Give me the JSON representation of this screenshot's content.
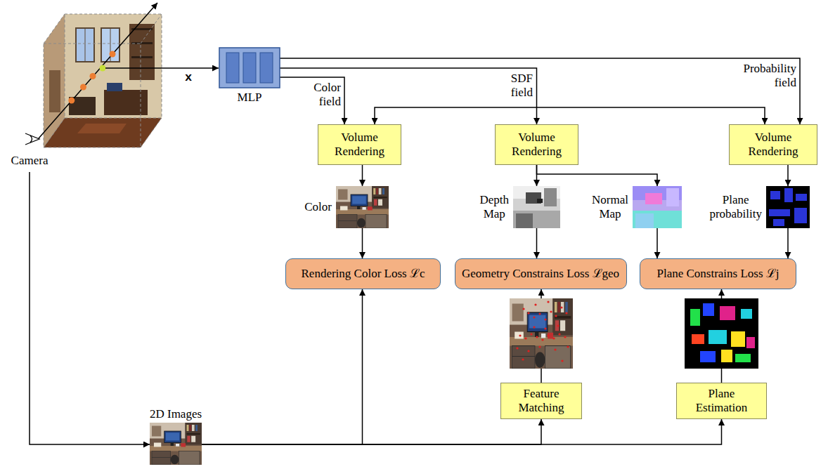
{
  "diagram": {
    "nodes": [
      {
        "text": [
          "Camera"
        ]
      },
      {
        "text": [
          "MLP"
        ]
      },
      {
        "text": [
          "Volume Rendering"
        ]
      },
      {
        "text": [
          "Volume Rendering"
        ]
      },
      {
        "text": [
          "Volume Rendering"
        ]
      },
      {
        "text": [
          "Color"
        ]
      },
      {
        "text": [
          "Depth Map"
        ]
      },
      {
        "text": [
          "Normal Map"
        ]
      },
      {
        "text": [
          "Plane probability"
        ]
      },
      {
        "text": [
          "Rendering Color Loss ℒc"
        ]
      },
      {
        "text": [
          "Geometry Constrains Loss ℒgeo"
        ]
      },
      {
        "text": [
          "Plane Constrains Loss ℒj"
        ]
      },
      {
        "text": [
          "Feature Matching"
        ]
      },
      {
        "text": [
          "Plane Estimation"
        ]
      },
      {
        "text": [
          "2D Images"
        ]
      }
    ],
    "edges": [
      {
        "from": 1,
        "to": 2,
        "label": "Color field",
        "arrow": "to"
      },
      {
        "from": 1,
        "to": 3,
        "label": "SDF field",
        "arrow": "to"
      },
      {
        "from": 1,
        "to": 4,
        "label": "Probability field",
        "arrow": "to"
      },
      {
        "from": 2,
        "to": 4,
        "arrow": "both"
      },
      {
        "from": 2,
        "to": 5,
        "arrow": "to"
      },
      {
        "from": 3,
        "to": 6,
        "arrow": "to"
      },
      {
        "from": 3,
        "to": 7,
        "arrow": "to"
      },
      {
        "from": 4,
        "to": 8,
        "arrow": "to"
      },
      {
        "from": 5,
        "to": 9,
        "arrow": "to"
      },
      {
        "from": 6,
        "to": 10,
        "arrow": "to"
      },
      {
        "from": 7,
        "to": 11,
        "arrow": "to"
      },
      {
        "from": 8,
        "to": 11,
        "arrow": "to"
      },
      {
        "from": 14,
        "to": 9,
        "arrow": "to"
      },
      {
        "from": 14,
        "to": 12,
        "arrow": "to"
      },
      {
        "from": 14,
        "to": 13,
        "arrow": "to"
      },
      {
        "from": 12,
        "to": 10,
        "arrow": "to"
      },
      {
        "from": 13,
        "to": 11,
        "arrow": "to"
      },
      {
        "from": 0,
        "to": 14,
        "arrow": "to"
      }
    ],
    "labels": [
      "x"
    ]
  }
}
